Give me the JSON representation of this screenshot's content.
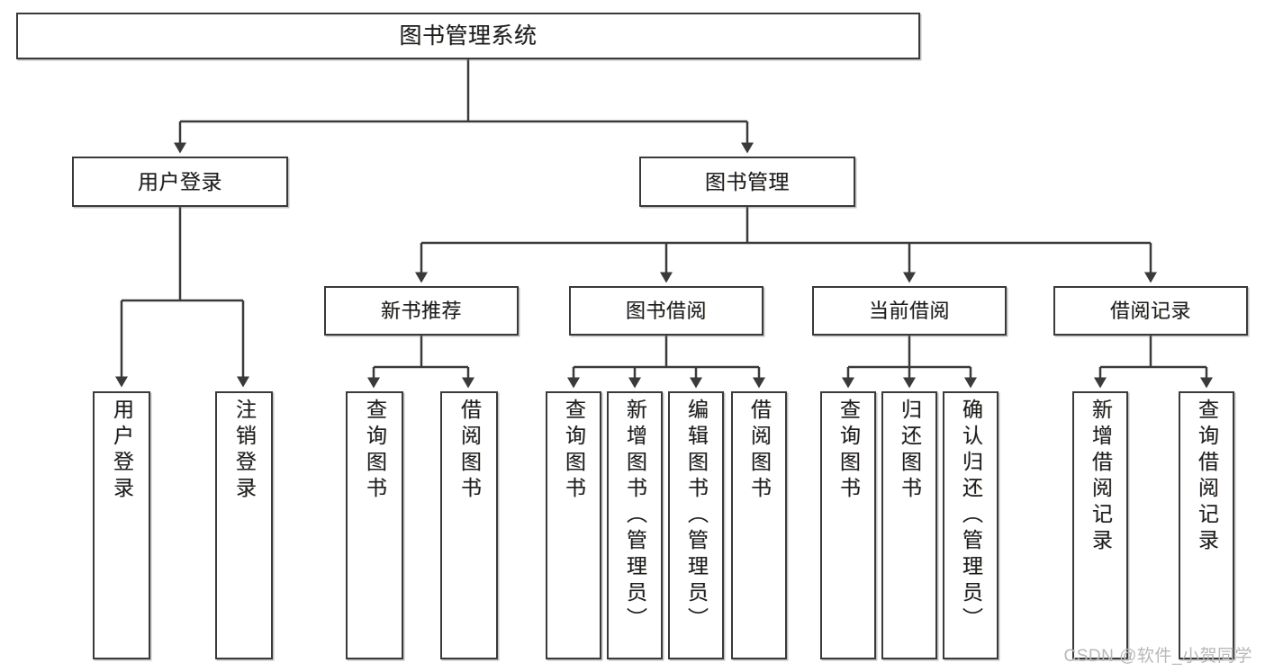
{
  "diagram": {
    "title": "图书管理系统",
    "type": "tree",
    "colors": {
      "box_border": "#3a3a3a",
      "box_fill": "#ffffff",
      "line": "#3a3a3a",
      "text": "#1d1d1d",
      "watermark": "#b8b8b8"
    },
    "root": {
      "label": "图书管理系统"
    },
    "level2": [
      {
        "label": "用户登录"
      },
      {
        "label": "图书管理"
      }
    ],
    "level3": [
      {
        "label": "新书推荐"
      },
      {
        "label": "图书借阅"
      },
      {
        "label": "当前借阅"
      },
      {
        "label": "借阅记录"
      }
    ],
    "leaves": {
      "user_login": [
        {
          "label": "用户登录"
        },
        {
          "label": "注销登录"
        }
      ],
      "new_book": [
        {
          "label": "查询图书"
        },
        {
          "label": "借阅图书"
        }
      ],
      "borrow_book": [
        {
          "label": "查询图书"
        },
        {
          "label": "新增图书（管理员）"
        },
        {
          "label": "编辑图书（管理员）"
        },
        {
          "label": "借阅图书"
        }
      ],
      "current_borrow": [
        {
          "label": "查询图书"
        },
        {
          "label": "归还图书"
        },
        {
          "label": "确认归还（管理员）"
        }
      ],
      "borrow_record": [
        {
          "label": "新增借阅记录"
        },
        {
          "label": "查询借阅记录"
        }
      ]
    }
  },
  "watermark": {
    "text": "CSDN @软件_小贺同学"
  }
}
